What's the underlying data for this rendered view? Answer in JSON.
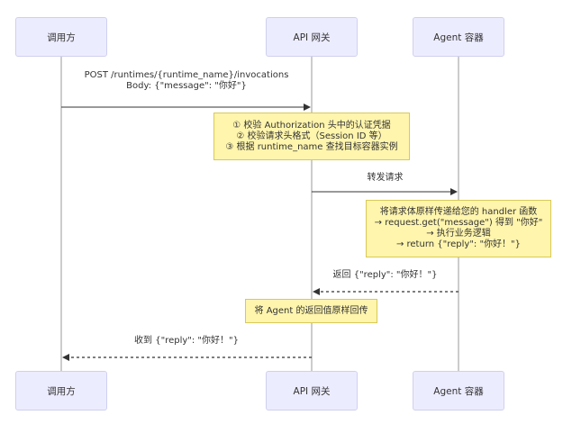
{
  "participants": {
    "caller": "调用方",
    "gateway": "API 网关",
    "container": "Agent 容器"
  },
  "messages": {
    "m1_line1": "POST /runtimes/{runtime_name}/invocations",
    "m1_line2": "Body: {\"message\": \"你好\"}",
    "m2": "转发请求",
    "m3": "返回 {\"reply\": \"你好！\"}",
    "m4": "收到 {\"reply\": \"你好！\"}"
  },
  "notes": {
    "gateway_checks": [
      "① 校验 Authorization 头中的认证凭据",
      "② 校验请求头格式（Session ID 等）",
      "③ 根据 runtime_name 查找目标容器实例"
    ],
    "container_handling": [
      "将请求体原样传递给您的 handler 函数",
      "→ request.get(\"message\") 得到 \"你好\"",
      "→ 执行业务逻辑",
      "→ return {\"reply\": \"你好！\"}"
    ],
    "gateway_return": "将 Agent 的返回值原样回传"
  },
  "colors": {
    "actor_fill": "#ececff",
    "actor_border": "#cfd0ee",
    "note_fill": "#fff5ad",
    "note_border": "#d8c95a",
    "line": "#333333"
  }
}
